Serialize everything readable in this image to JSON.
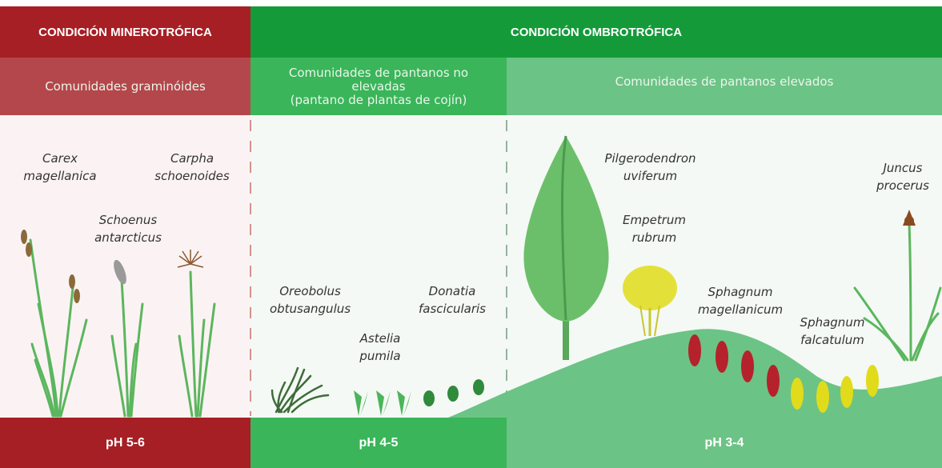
{
  "headers": {
    "minero": "CONDICIÓN MINEROTRÓFICA",
    "ombro": "CONDICIÓN OMBROTRÓFICA"
  },
  "communities": {
    "graminoid": "Comunidades graminóides",
    "non_raised_line1": "Comunidades de pantanos no",
    "non_raised_line2": "elevadas",
    "non_raised_line3": "(pantano de plantas de cojín)",
    "raised": "Comunidades de pantanos elevados"
  },
  "species": {
    "carex": [
      "Carex",
      "magellanica"
    ],
    "carpha": [
      "Carpha",
      "schoenoides"
    ],
    "schoenus": [
      "Schoenus",
      "antarcticus"
    ],
    "oreobolus": [
      "Oreobolus",
      "obtusangulus"
    ],
    "astelia": [
      "Astelia",
      "pumila"
    ],
    "donatia": [
      "Donatia",
      "fascicularis"
    ],
    "pilgerodendron": [
      "Pilgerodendron",
      "uviferum"
    ],
    "empetrum": [
      "Empetrum",
      "rubrum"
    ],
    "sph_magellanicum": [
      "Sphagnum",
      "magellanicum"
    ],
    "sph_falcatulum": [
      "Sphagnum",
      "falcatulum"
    ],
    "juncus": [
      "Juncus",
      "procerus"
    ]
  },
  "ph": {
    "minero": "pH 5-6",
    "non_raised": "pH 4-5",
    "raised": "pH 3-4"
  },
  "colors": {
    "minero_dark": "#a61f24",
    "minero_mid": "#b4474b",
    "minero_bg": "#fbf3f3",
    "ombro_dark": "#159a3a",
    "nonraised_mid": "#3ab55a",
    "raised_mid": "#6cc386",
    "ombro_bg": "#f4f9f5",
    "hill": "#6cc386",
    "grass": "#4cb45a",
    "sphagnum_red": "#b5222c",
    "sphagnum_yellow": "#e0dc1c"
  }
}
